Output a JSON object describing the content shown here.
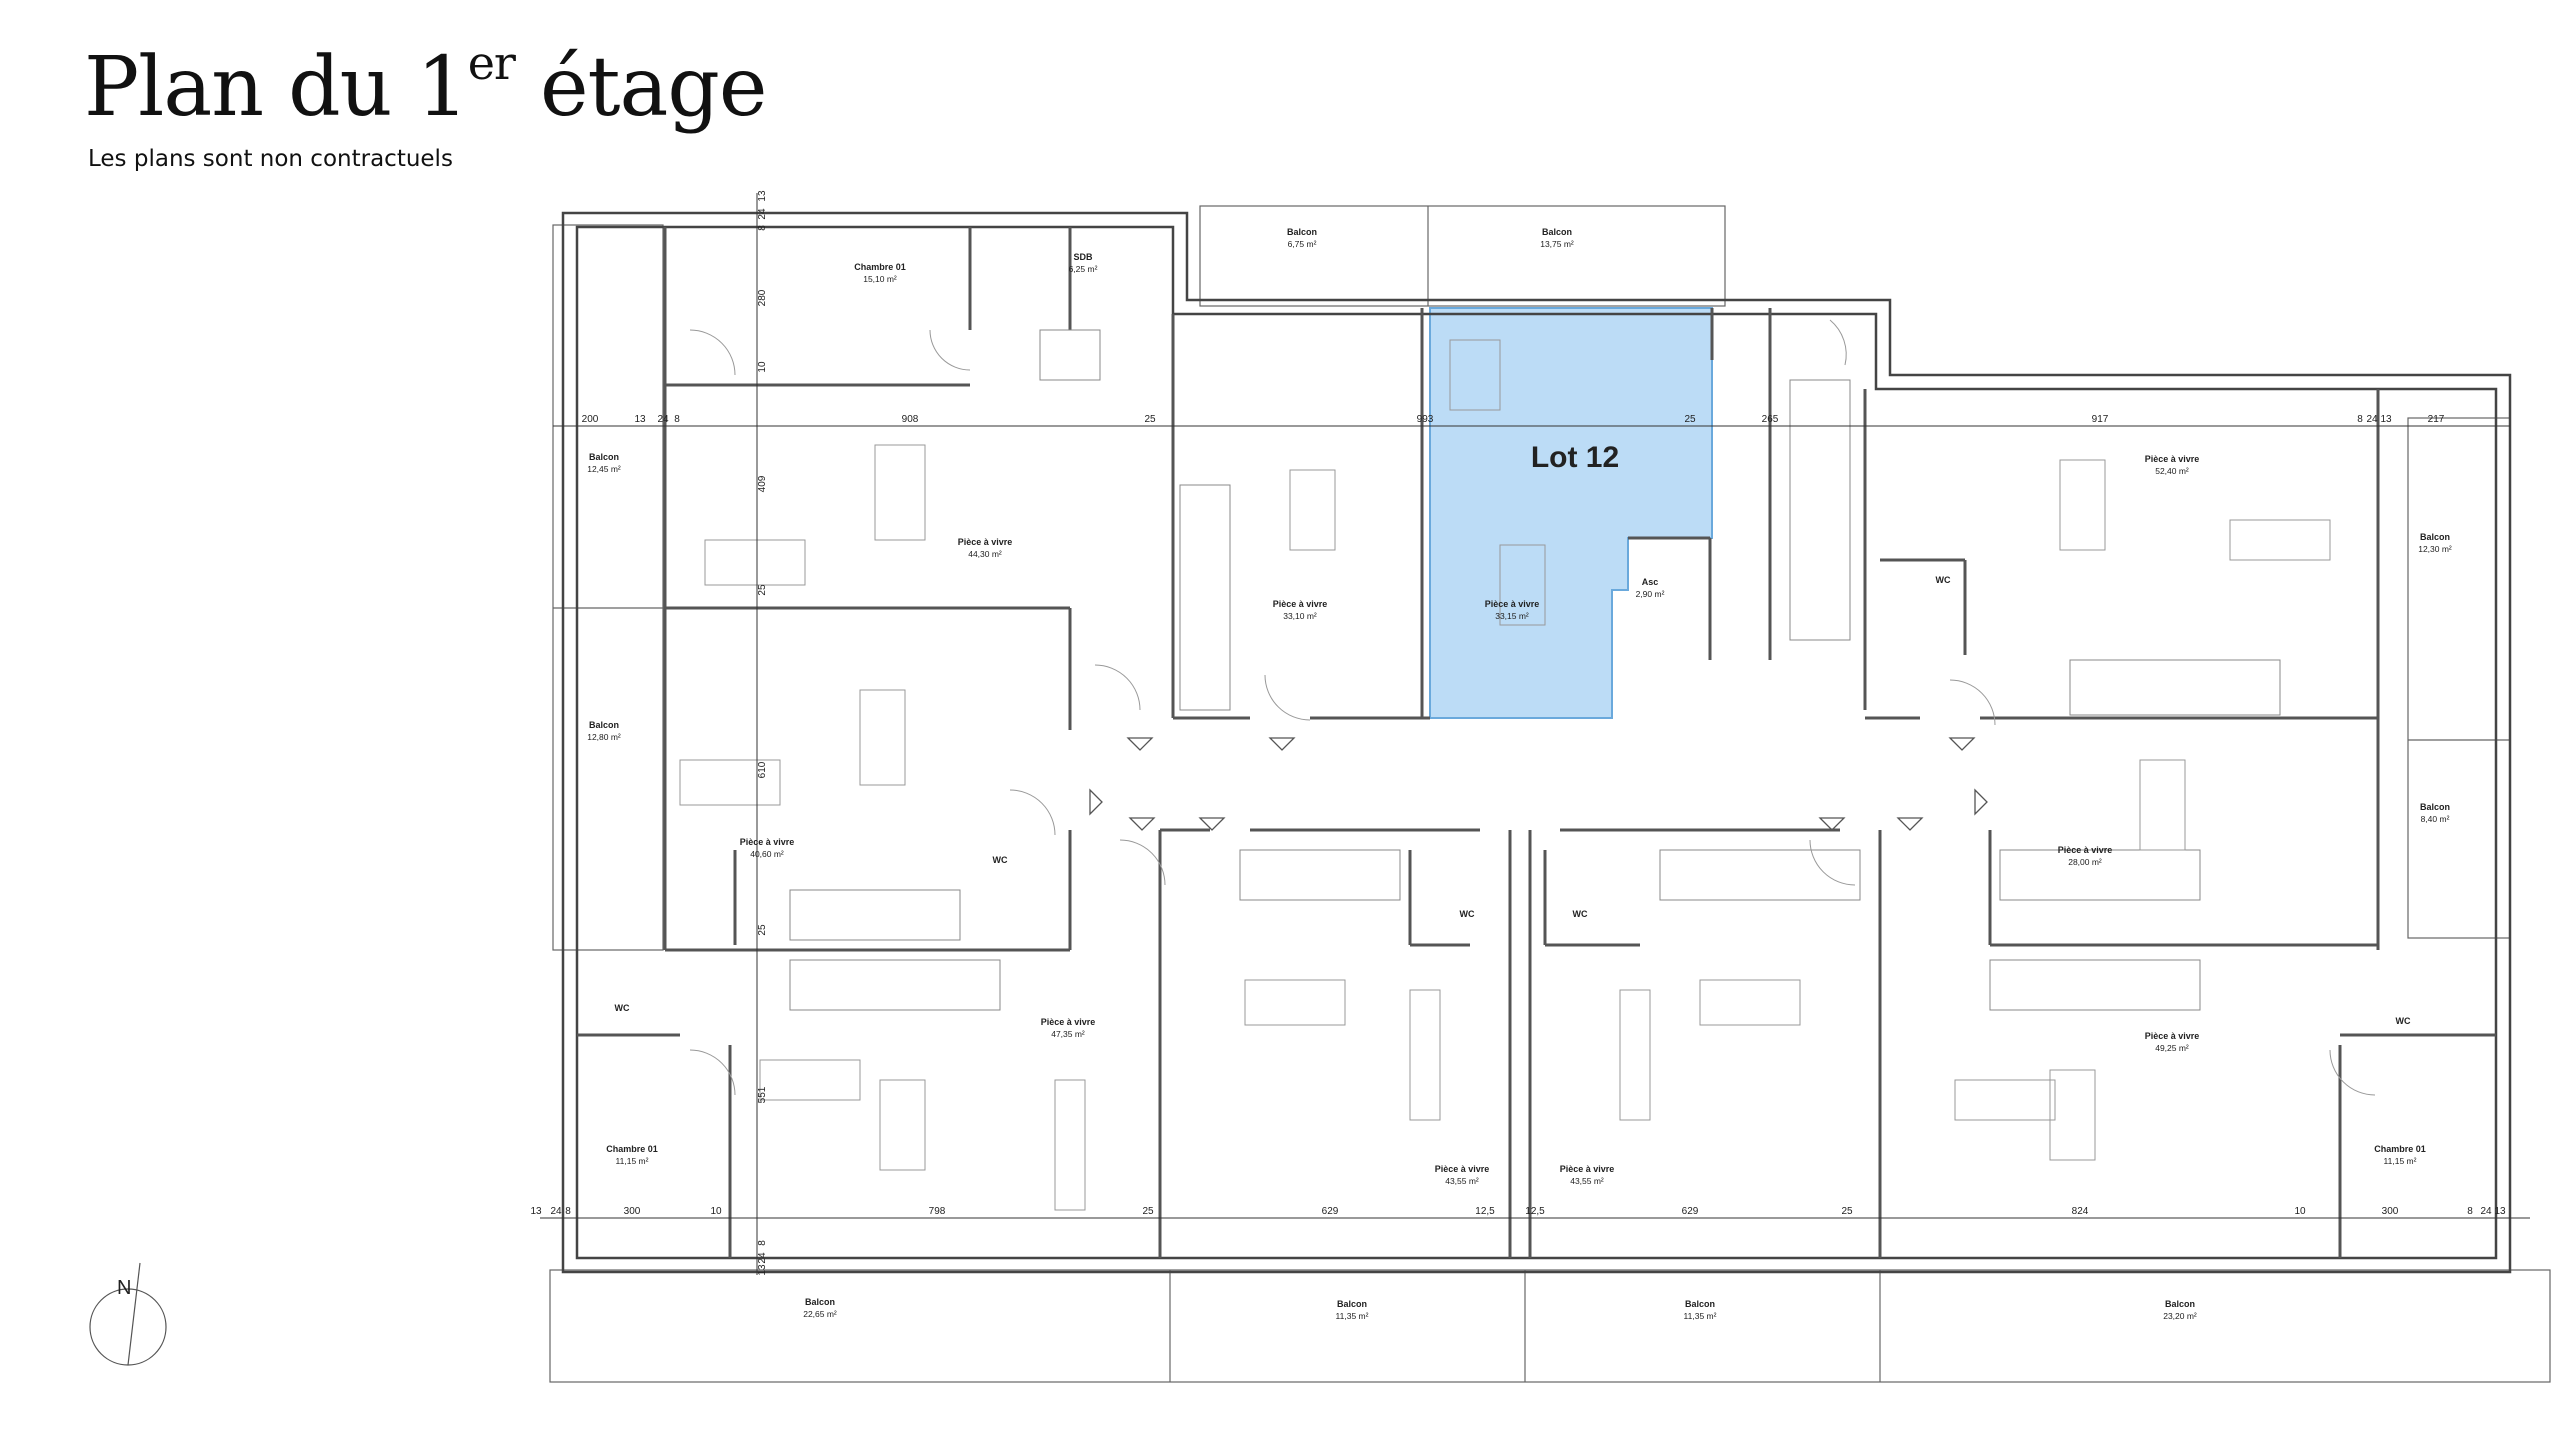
{
  "header": {
    "title": "Plan du 1",
    "title_sup": "er",
    "title_rest": " étage",
    "subtitle": "Les plans sont non contractuels"
  },
  "highlight": {
    "label": "Lot 12",
    "color": "#bcdcf6",
    "stroke": "#6aa9dc"
  },
  "north": "N",
  "rooms": [
    {
      "id": "chambre-01-nw",
      "name": "Chambre 01",
      "area": "15,10 m²"
    },
    {
      "id": "sdb",
      "name": "SDB",
      "area": "6,25 m²"
    },
    {
      "id": "balcon-top-1",
      "name": "Balcon",
      "area": "6,75 m²"
    },
    {
      "id": "balcon-top-2",
      "name": "Balcon",
      "area": "13,75 m²"
    },
    {
      "id": "balcon-w-1",
      "name": "Balcon",
      "area": "12,45 m²"
    },
    {
      "id": "piece-4430",
      "name": "Pièce à vivre",
      "area": "44,30 m²"
    },
    {
      "id": "piece-3310",
      "name": "Pièce à vivre",
      "area": "33,10 m²"
    },
    {
      "id": "piece-3315",
      "name": "Pièce à vivre",
      "area": "33,15 m²"
    },
    {
      "id": "asc",
      "name": "Asc",
      "area": "2,90 m²"
    },
    {
      "id": "piece-5240",
      "name": "Pièce à vivre",
      "area": "52,40 m²"
    },
    {
      "id": "wc-ne",
      "name": "WC",
      "area": ""
    },
    {
      "id": "balcon-e-1",
      "name": "Balcon",
      "area": "12,30 m²"
    },
    {
      "id": "balcon-w-2",
      "name": "Balcon",
      "area": "12,80 m²"
    },
    {
      "id": "piece-4060",
      "name": "Pièce à vivre",
      "area": "40,60 m²"
    },
    {
      "id": "wc-w",
      "name": "WC",
      "area": ""
    },
    {
      "id": "piece-2800",
      "name": "Pièce à vivre",
      "area": "28,00 m²"
    },
    {
      "id": "balcon-e-2",
      "name": "Balcon",
      "area": "8,40 m²"
    },
    {
      "id": "wc-c1",
      "name": "WC",
      "area": ""
    },
    {
      "id": "wc-c2",
      "name": "WC",
      "area": ""
    },
    {
      "id": "wc-sw",
      "name": "WC",
      "area": ""
    },
    {
      "id": "piece-4735",
      "name": "Pièce à vivre",
      "area": "47,35 m²"
    },
    {
      "id": "piece-4925",
      "name": "Pièce à vivre",
      "area": "49,25 m²"
    },
    {
      "id": "wc-se",
      "name": "WC",
      "area": ""
    },
    {
      "id": "chambre-01-sw",
      "name": "Chambre 01",
      "area": "11,15 m²"
    },
    {
      "id": "piece-4355-a",
      "name": "Pièce à vivre",
      "area": "43,55 m²"
    },
    {
      "id": "piece-4355-b",
      "name": "Pièce à vivre",
      "area": "43,55 m²"
    },
    {
      "id": "chambre-01-se",
      "name": "Chambre 01",
      "area": "11,15 m²"
    },
    {
      "id": "balcon-s-1",
      "name": "Balcon",
      "area": "22,65 m²"
    },
    {
      "id": "balcon-s-2",
      "name": "Balcon",
      "area": "11,35 m²"
    },
    {
      "id": "balcon-s-3",
      "name": "Balcon",
      "area": "11,35 m²"
    },
    {
      "id": "balcon-s-4",
      "name": "Balcon",
      "area": "23,20 m²"
    }
  ],
  "dims": {
    "top_row": [
      "200",
      "13",
      "24",
      "8",
      "908",
      "25",
      "993",
      "25",
      "265",
      "917",
      "8",
      "24",
      "13",
      "217"
    ],
    "bottom_row": [
      "13",
      "24",
      "8",
      "300",
      "10",
      "798",
      "25",
      "629",
      "12,5",
      "12,5",
      "629",
      "25",
      "824",
      "10",
      "300",
      "8",
      "24",
      "13"
    ],
    "vertical": [
      "13",
      "24",
      "8",
      "280",
      "10",
      "409",
      "25",
      "610",
      "25",
      "551",
      "8",
      "24",
      "13"
    ]
  }
}
